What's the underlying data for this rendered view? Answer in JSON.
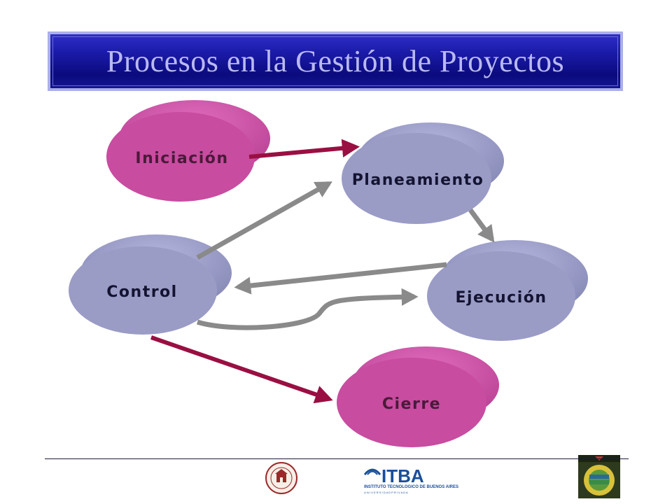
{
  "title": "Procesos en la Gestión de Proyectos",
  "nodes": {
    "iniciacion": "Iniciación",
    "planeamiento": "Planeamiento",
    "control": "Control",
    "ejecucion": "Ejecución",
    "cierre": "Cierre"
  },
  "logos": {
    "itba_name": "ITBA",
    "itba_line1": "INSTITUTO TECNOLOGICO DE BUENOS AIRES",
    "itba_line2": "U N I V E R S I D A D   P R I V A D A"
  },
  "colors": {
    "pink_node": "#c84ca0",
    "lavender_node": "#9a9cc6",
    "crimson_arrow": "#9a0f42",
    "gray_arrow": "#8a8a8a",
    "title_text": "#b9b9f2",
    "banner_blue": "#12128c"
  }
}
